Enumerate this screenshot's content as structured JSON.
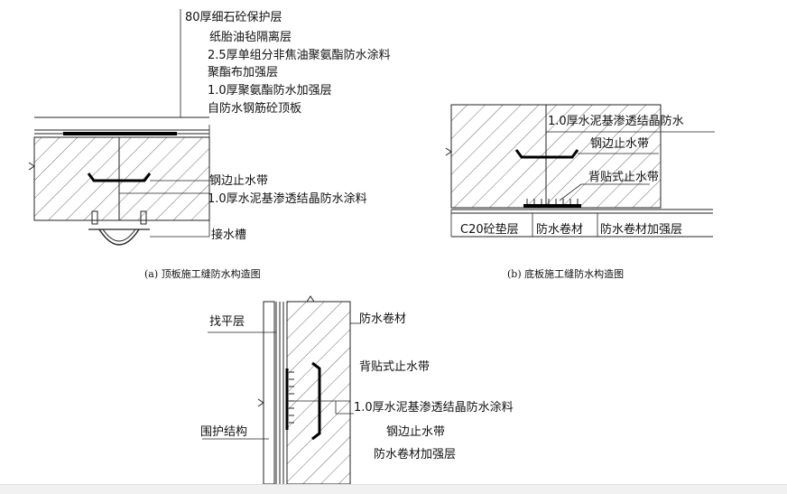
{
  "diagram_a": {
    "labels": [
      "80厚细石砼保护层",
      "纸胎油毡隔离层",
      "2.5厚单组分非焦油聚氨酯防水涂料",
      "聚酯布加强层",
      "1.0厚聚氨酯防水加强层",
      "自防水钢筋砼顶板",
      "钢边止水带",
      "1.0厚水泥基渗透结晶防水涂料",
      "接水槽"
    ],
    "caption": "(a) 顶板施工缝防水构造图"
  },
  "diagram_b": {
    "labels": [
      "1.0厚水泥基渗透结晶防水",
      "钢边止水带",
      "背贴式止水带",
      "C20砼垫层",
      "防水卷材",
      "防水卷材加强层"
    ],
    "caption": "(b) 底板施工缝防水构造图"
  },
  "diagram_c": {
    "labels": [
      "找平层",
      "防水卷材",
      "背贴式止水带",
      "1.0厚水泥基渗透结晶防水涂料",
      "钢边止水带",
      "围护结构",
      "防水卷材加强层"
    ]
  }
}
